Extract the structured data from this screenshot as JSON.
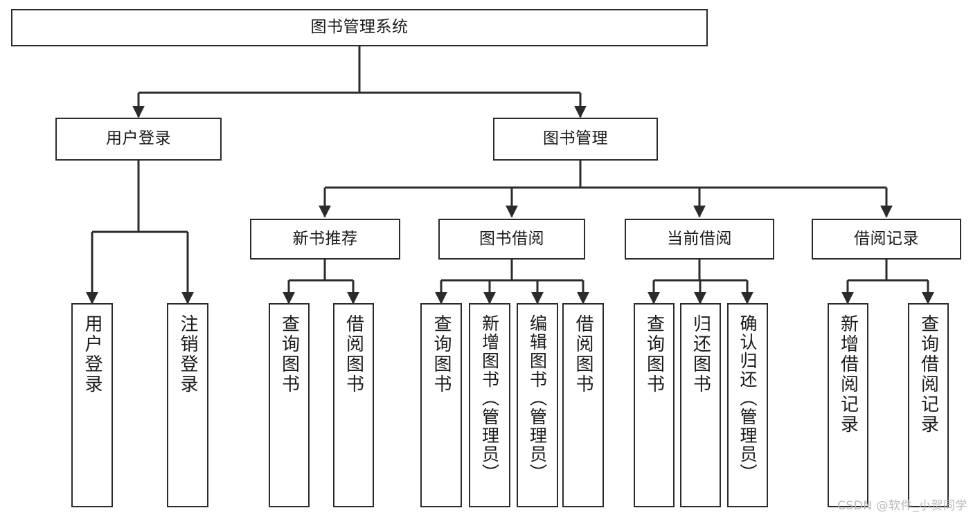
{
  "diagram": {
    "title": "图书管理系统",
    "type": "hierarchy-tree",
    "watermark": "CSDN @软件_小贺同学",
    "colors": {
      "box_border": "#2b2b2b",
      "box_fill": "#ffffff",
      "connector": "#2b2b2b",
      "text": "#1a1a1a",
      "watermark": "#b9b9b9"
    },
    "levels": {
      "root": {
        "label": "图书管理系统"
      },
      "level2": [
        {
          "label": "用户登录"
        },
        {
          "label": "图书管理"
        }
      ],
      "level3": [
        {
          "label": "新书推荐"
        },
        {
          "label": "图书借阅"
        },
        {
          "label": "当前借阅"
        },
        {
          "label": "借阅记录"
        }
      ],
      "leaves": {
        "user_login": [
          {
            "label": "用户登录"
          },
          {
            "label": "注销登录"
          }
        ],
        "new_book": [
          {
            "label": "查询图书"
          },
          {
            "label": "借阅图书"
          }
        ],
        "book_borrow": [
          {
            "label": "查询图书"
          },
          {
            "label": "新增图书（管理员）"
          },
          {
            "label": "编辑图书（管理员）"
          },
          {
            "label": "借阅图书"
          }
        ],
        "current_borrow": [
          {
            "label": "查询图书"
          },
          {
            "label": "归还图书"
          },
          {
            "label": "确认归还（管理员）"
          }
        ],
        "borrow_record": [
          {
            "label": "新增借阅记录"
          },
          {
            "label": "查询借阅记录"
          }
        ]
      }
    }
  }
}
